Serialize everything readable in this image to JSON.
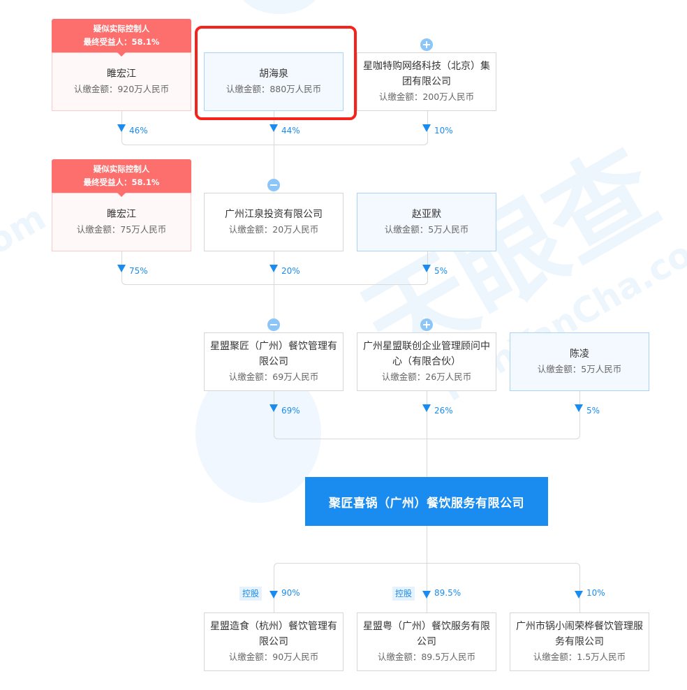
{
  "watermark": {
    "brand": "天眼查",
    "domain": "TianYanCha.com"
  },
  "highlight_color": "#f5231c",
  "accent_color": "#1a8cf0",
  "controller_badge_color": "#fd6f6d",
  "amount_prefix": "认缴金额：",
  "rows": {
    "row1": [
      {
        "name": "睢宏江",
        "amount": "认缴金额：920万人民币",
        "type": "controller",
        "badge": {
          "line1": "疑似实际控制人",
          "line2": "最终受益人：58.1%"
        },
        "pct": "46%"
      },
      {
        "name": "胡海泉",
        "amount": "认缴金额：880万人民币",
        "type": "person",
        "highlighted": true,
        "pct": "44%"
      },
      {
        "name": "星咖特购网络科技（北京）集团有限公司",
        "amount": "认缴金额：200万人民币",
        "type": "company",
        "toggle": "plus",
        "pct": "10%"
      }
    ],
    "row2": [
      {
        "name": "睢宏江",
        "amount": "认缴金额：75万人民币",
        "type": "controller",
        "badge": {
          "line1": "疑似实际控制人",
          "line2": "最终受益人：58.1%"
        },
        "pct": "75%"
      },
      {
        "name": "广州江泉投资有限公司",
        "amount": "认缴金额：20万人民币",
        "type": "company",
        "toggle": "minus",
        "pct": "20%"
      },
      {
        "name": "赵亚默",
        "amount": "认缴金额：5万人民币",
        "type": "person",
        "pct": "5%"
      }
    ],
    "row3": [
      {
        "name": "星盟聚匠（广州）餐饮管理有限公司",
        "amount": "认缴金额：69万人民币",
        "type": "company",
        "toggle": "minus",
        "pct": "69%"
      },
      {
        "name": "广州星盟联创企业管理顾问中心（有限合伙）",
        "amount": "认缴金额：26万人民币",
        "type": "company",
        "toggle": "plus",
        "pct": "26%"
      },
      {
        "name": "陈凌",
        "amount": "认缴金额：5万人民币",
        "type": "person",
        "pct": "5%"
      }
    ]
  },
  "main_company": {
    "name": "聚匠喜锅（广州）餐饮服务有限公司"
  },
  "subsidiaries": [
    {
      "name": "星盟造食（杭州）餐饮管理有限公司",
      "amount": "认缴金额：90万人民币",
      "pct": "90%",
      "tag": "控股"
    },
    {
      "name": "星盟粤（广州）餐饮服务有限公司",
      "amount": "认缴金额：89.5万人民币",
      "pct": "89.5%",
      "tag": "控股"
    },
    {
      "name": "广州市锅小闹荣桦餐饮管理服务有限公司",
      "amount": "认缴金额：1.5万人民币",
      "pct": "10%",
      "tag": null
    }
  ]
}
